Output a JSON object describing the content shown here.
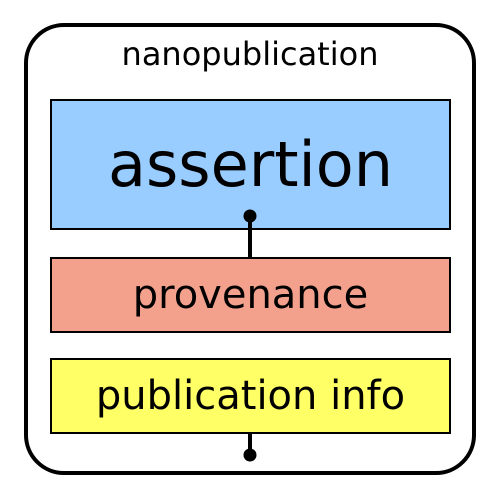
{
  "diagram": {
    "title": "nanopublication",
    "boxes": [
      {
        "label": "assertion",
        "color": "#99ccff"
      },
      {
        "label": "provenance",
        "color": "#f3a18d"
      },
      {
        "label": "publication info",
        "color": "#ffff66"
      }
    ],
    "connectors": [
      {
        "from": "provenance",
        "to": "assertion",
        "marker": "dot"
      },
      {
        "from": "publication info",
        "to": "nanopublication",
        "marker": "dot"
      }
    ]
  }
}
